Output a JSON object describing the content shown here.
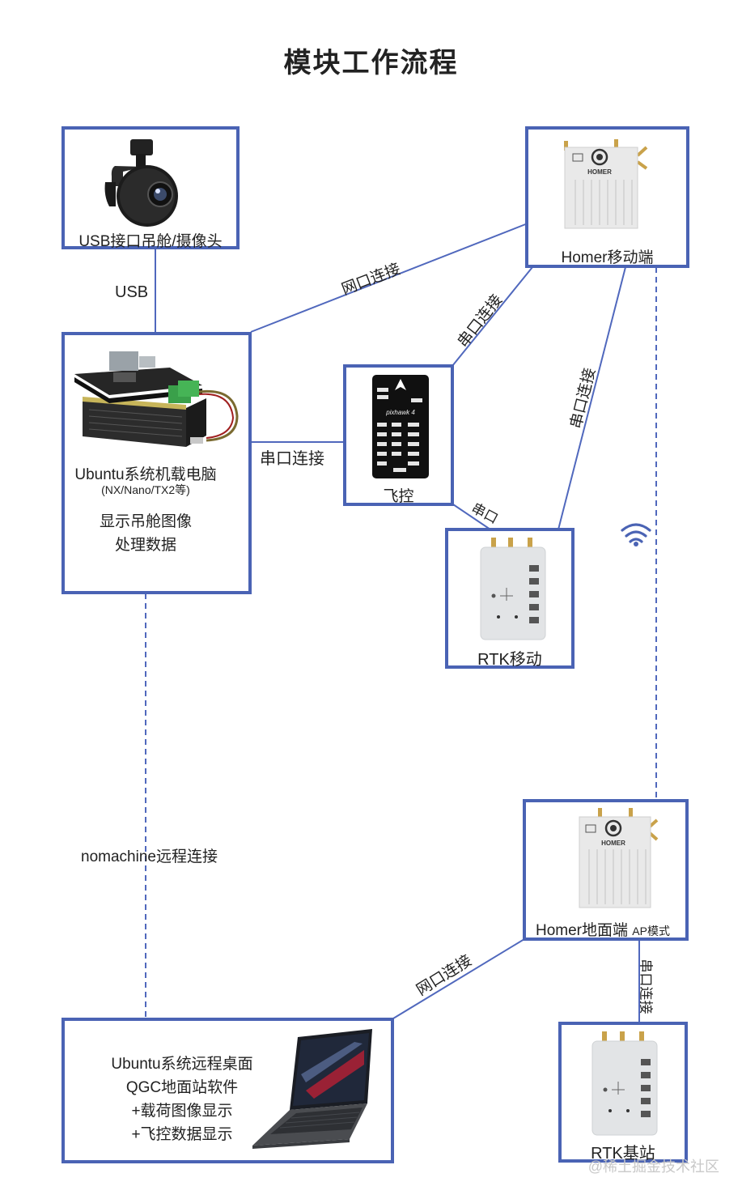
{
  "title": "模块工作流程",
  "nodes": {
    "gimbal": {
      "label": "USB接口吊舱/摄像头"
    },
    "computer": {
      "label": "Ubuntu系统机载电脑",
      "sublabel": "(NX/Nano/TX2等)",
      "line1": "显示吊舱图像",
      "line2": "处理数据"
    },
    "homer_mobile": {
      "label": "Homer移动端",
      "brand": "HOMER"
    },
    "flight_controller": {
      "label": "飞控",
      "brand": "pixhawk 4"
    },
    "rtk_mobile": {
      "label": "RTK移动"
    },
    "homer_ground": {
      "label": "Homer地面端",
      "mode": "AP模式",
      "brand": "HOMER"
    },
    "rtk_base": {
      "label": "RTK基站"
    },
    "laptop": {
      "line1": "Ubuntu系统远程桌面",
      "line2": "QGC地面站软件",
      "line3": "+载荷图像显示",
      "line4": "+飞控数据显示"
    }
  },
  "edges": {
    "usb": "USB",
    "computer_homer": "网口连接",
    "computer_fc": "串口连接",
    "fc_homer": "串口连接",
    "rtk_homer": "串口连接",
    "fc_rtk": "串口",
    "remote": "nomachine远程连接",
    "ground_laptop": "网口连接",
    "ground_rtk": "串口连接"
  },
  "watermark": "@稀土掘金技术社区",
  "colors": {
    "accent": "#4a63b4",
    "line": "#5068bd"
  }
}
